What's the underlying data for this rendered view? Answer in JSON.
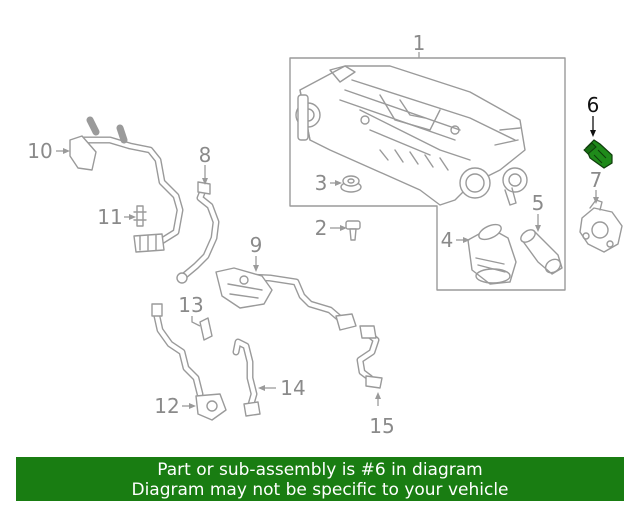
{
  "diagram": {
    "callouts": [
      "1",
      "2",
      "3",
      "4",
      "5",
      "6",
      "7",
      "8",
      "9",
      "10",
      "11",
      "12",
      "13",
      "14",
      "15"
    ],
    "highlighted_callout": "6",
    "colors": {
      "line": "#9a9a9a",
      "highlight_part": "#1f8a1a",
      "highlight_label": "#111111"
    }
  },
  "banner": {
    "line1": "Part or sub-assembly is #6 in diagram",
    "line2": "Diagram may not be specific to your vehicle",
    "background": "#197d12"
  }
}
